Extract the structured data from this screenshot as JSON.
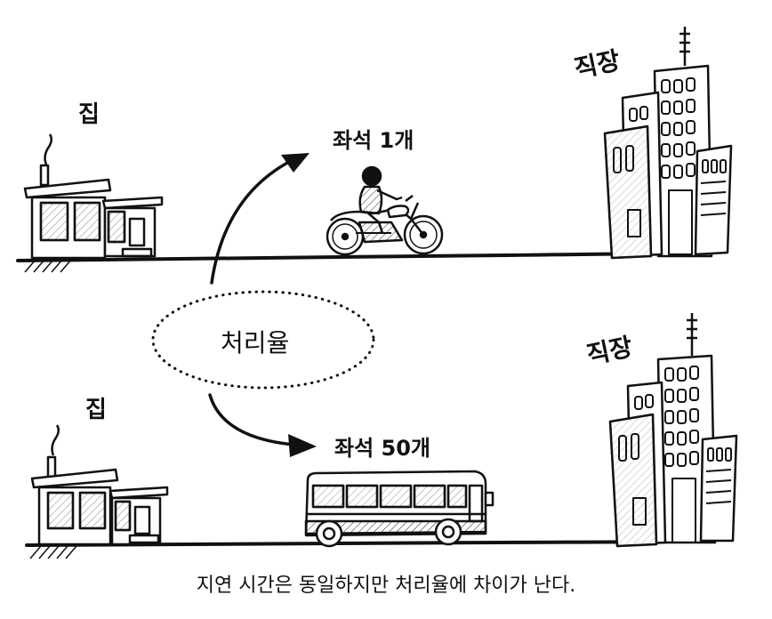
{
  "labels": {
    "home_top": "집",
    "work_top": "직장",
    "seat_top": "좌석 1개",
    "home_bottom": "집",
    "work_bottom": "직장",
    "seat_bottom": "좌석 50개",
    "center": "처리율"
  },
  "caption": "지연 시간은 동일하지만 처리율에 차이가 난다."
}
